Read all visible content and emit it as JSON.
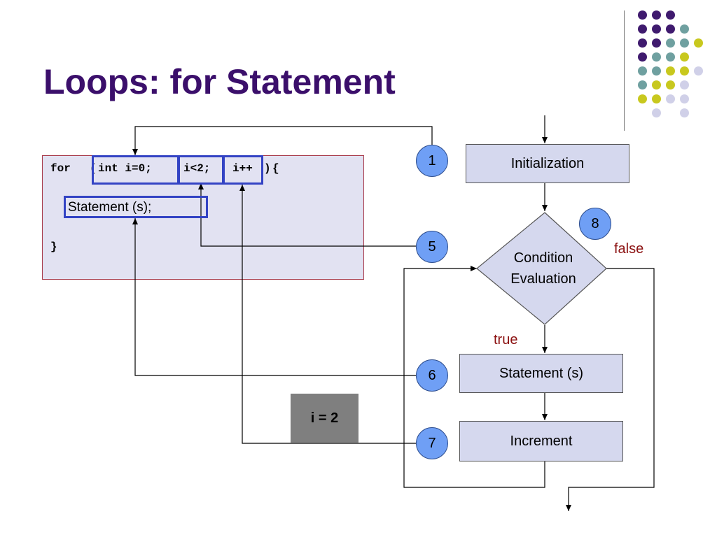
{
  "slide": {
    "title": "Loops: for Statement"
  },
  "code": {
    "line1": {
      "keyword": "for",
      "open_paren": "(",
      "init": "int i=0;",
      "condition": "i<2;",
      "update": "i++",
      "close_paren": ")",
      "open_brace": "{"
    },
    "statement": "Statement (s);",
    "close_brace": "}"
  },
  "flowchart": {
    "initialization": "Initialization",
    "condition_line1": "Condition",
    "condition_line2": "Evaluation",
    "statement": "Statement (s)",
    "increment": "Increment",
    "false_label": "false",
    "true_label": "true"
  },
  "steps": {
    "step1": "1",
    "step5": "5",
    "step6": "6",
    "step7": "7",
    "step8": "8"
  },
  "variable_display": "i = 2",
  "colors": {
    "title": "#3b0f6b",
    "highlight_border": "#3343c4",
    "step_badge_fill": "#6f9ff5",
    "flowchart_box_fill": "#d5d8ee",
    "code_panel_fill": "#e2e2f2",
    "code_panel_border": "#a83a4a",
    "branch_label": "#8b1010",
    "variable_box_fill": "#7f7f7f",
    "decor_purple": "#3f1a6e",
    "decor_teal": "#6fa0a0",
    "decor_yellow": "#c8c81e",
    "decor_lavender": "#d0d0e8"
  }
}
